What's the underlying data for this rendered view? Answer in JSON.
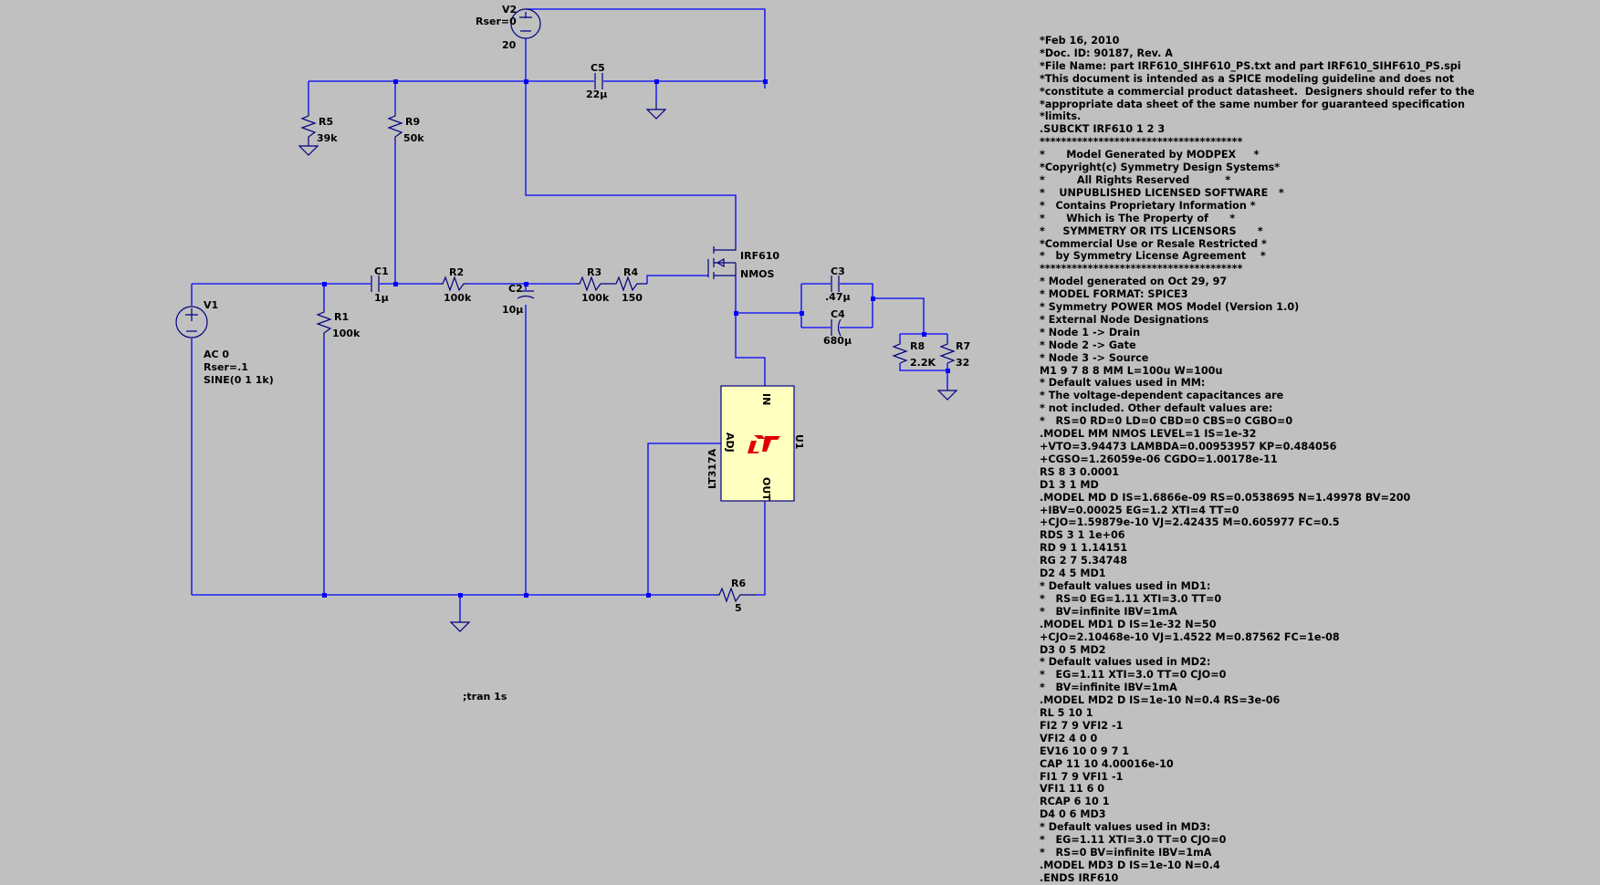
{
  "schematic": {
    "directive": ";tran 1s",
    "components": {
      "V2": {
        "name": "V2",
        "rser": "Rser=0",
        "value": "20"
      },
      "C5": {
        "name": "C5",
        "value": "22µ"
      },
      "R5": {
        "name": "R5",
        "value": "39k"
      },
      "R9": {
        "name": "R9",
        "value": "50k"
      },
      "V1": {
        "name": "V1",
        "line1": "AC 0",
        "line2": "Rser=.1",
        "line3": "SINE(0 1 1k)"
      },
      "R1": {
        "name": "R1",
        "value": "100k"
      },
      "C1": {
        "name": "C1",
        "value": "1µ"
      },
      "R2": {
        "name": "R2",
        "value": "100k"
      },
      "C2": {
        "name": "C2",
        "value": "10µ"
      },
      "R3": {
        "name": "R3",
        "value": "100k"
      },
      "R4": {
        "name": "R4",
        "value": "150"
      },
      "M1": {
        "name": "IRF610",
        "type": "NMOS"
      },
      "C3": {
        "name": "C3",
        "value": ".47µ"
      },
      "C4": {
        "name": "C4",
        "value": "680µ"
      },
      "R8": {
        "name": "R8",
        "value": "2.2K"
      },
      "R7": {
        "name": "R7",
        "value": "32"
      },
      "U1": {
        "name": "U1",
        "part": "LT317A",
        "pin_in": "IN",
        "pin_adj": "ADJ",
        "pin_out": "OUT",
        "logo": "LT"
      },
      "R6": {
        "name": "R6",
        "value": "5"
      }
    }
  },
  "spice_model": {
    "lines": [
      "*Feb 16, 2010",
      "*Doc. ID: 90187, Rev. A",
      "*File Name: part IRF610_SIHF610_PS.txt and part IRF610_SIHF610_PS.spi",
      "*This document is intended as a SPICE modeling guideline and does not",
      "*constitute a commercial product datasheet.  Designers should refer to the",
      "*appropriate data sheet of the same number for guaranteed specification",
      "*limits.",
      ".SUBCKT IRF610 1 2 3",
      "**************************************",
      "*      Model Generated by MODPEX     *",
      "*Copyright(c) Symmetry Design Systems*",
      "*         All Rights Reserved          *",
      "*    UNPUBLISHED LICENSED SOFTWARE   *",
      "*   Contains Proprietary Information *",
      "*      Which is The Property of      *",
      "*     SYMMETRY OR ITS LICENSORS      *",
      "*Commercial Use or Resale Restricted *",
      "*   by Symmetry License Agreement    *",
      "**************************************",
      "* Model generated on Oct 29, 97",
      "* MODEL FORMAT: SPICE3",
      "* Symmetry POWER MOS Model (Version 1.0)",
      "* External Node Designations",
      "* Node 1 -> Drain",
      "* Node 2 -> Gate",
      "* Node 3 -> Source",
      "M1 9 7 8 8 MM L=100u W=100u",
      "* Default values used in MM:",
      "* The voltage-dependent capacitances are",
      "* not included. Other default values are:",
      "*   RS=0 RD=0 LD=0 CBD=0 CBS=0 CGBO=0",
      ".MODEL MM NMOS LEVEL=1 IS=1e-32",
      "+VTO=3.94473 LAMBDA=0.00953957 KP=0.484056",
      "+CGSO=1.26059e-06 CGDO=1.00178e-11",
      "RS 8 3 0.0001",
      "D1 3 1 MD",
      ".MODEL MD D IS=1.6866e-09 RS=0.0538695 N=1.49978 BV=200",
      "+IBV=0.00025 EG=1.2 XTI=4 TT=0",
      "+CJO=1.59879e-10 VJ=2.42435 M=0.605977 FC=0.5",
      "RDS 3 1 1e+06",
      "RD 9 1 1.14151",
      "RG 2 7 5.34748",
      "D2 4 5 MD1",
      "* Default values used in MD1:",
      "*   RS=0 EG=1.11 XTI=3.0 TT=0",
      "*   BV=infinite IBV=1mA",
      ".MODEL MD1 D IS=1e-32 N=50",
      "+CJO=2.10468e-10 VJ=1.4522 M=0.87562 FC=1e-08",
      "D3 0 5 MD2",
      "* Default values used in MD2:",
      "*   EG=1.11 XTI=3.0 TT=0 CJO=0",
      "*   BV=infinite IBV=1mA",
      ".MODEL MD2 D IS=1e-10 N=0.4 RS=3e-06",
      "RL 5 10 1",
      "FI2 7 9 VFI2 -1",
      "VFI2 4 0 0",
      "EV16 10 0 9 7 1",
      "CAP 11 10 4.00016e-10",
      "FI1 7 9 VFI1 -1",
      "VFI1 11 6 0",
      "RCAP 6 10 1",
      "D4 0 6 MD3",
      "* Default values used in MD3:",
      "*   EG=1.11 XTI=3.0 TT=0 CJO=0",
      "*   RS=0 BV=infinite IBV=1mA",
      ".MODEL MD3 D IS=1e-10 N=0.4",
      ".ENDS IRF610"
    ]
  }
}
